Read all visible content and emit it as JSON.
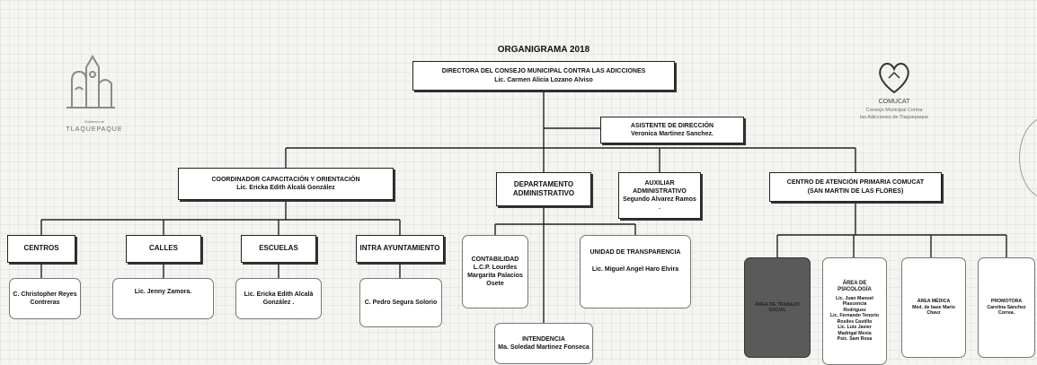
{
  "title": "ORGANIGRAMA 2018",
  "logos": {
    "left": {
      "name": "TLAQUEPAQUE"
    },
    "right": {
      "name": "COMUCAT",
      "line1": "Consejo Municipal Contra",
      "line2": "las Adicciones de Tlaquepaque"
    }
  },
  "nodes": {
    "director": {
      "role": "DIRECTORA DEL CONSEJO MUNICIPAL CONTRA LAS ADICCIONES",
      "name": "Lic. Carmen Alicia Lozano Alviso"
    },
    "assistant": {
      "role": "ASISTENTE DE DIRECCIÓN",
      "name": "Veronica Martinez Sanchez."
    },
    "coordination": {
      "role": "COORDINADOR CAPACITACIÓN Y ORIENTACIÓN",
      "name": "Lic. Ericka Edith Alcalá González"
    },
    "admin_dept": {
      "role": "DEPARTAMENTO ADMINISTRATIVO"
    },
    "aux_admin": {
      "role": "AUXILIAR ADMINISTRATIVO",
      "name": "Segundo Alvarez Ramos ."
    },
    "center": {
      "role": "CENTRO DE ATENCIÓN PRIMARIA COMUCAT",
      "sub": "(SAN MARTIN DE LAS FLORES)"
    },
    "centros": {
      "role": "CENTROS",
      "name": "C. Christopher Reyes Contreras"
    },
    "calles": {
      "role": "CALLES",
      "name": "Lic. Jenny Zamora."
    },
    "escuelas": {
      "role": "ESCUELAS",
      "name": "Lic. Ericka Edith Alcalá González ."
    },
    "intra": {
      "role": "INTRA AYUNTAMIENTO",
      "name": "C. Pedro Segura Solorio"
    },
    "contabilidad": {
      "role": "CONTABILIDAD",
      "name": "L.C.P. Lourdes Margarita Palacios Osete"
    },
    "transparencia": {
      "role": "UNIDAD DE TRANSPARENCIA",
      "name": "Lic. Miguel Angel Haro Elvira"
    },
    "intendencia": {
      "role": "INTENDENCIA",
      "name": "Ma. Soledad Martinez Fonseca"
    },
    "trabajo_social": {
      "role": "ÁREA DE TRABAJO SOCIAL"
    },
    "psicologia": {
      "role": "ÁREA DE PSICOLOGÍA",
      "names": [
        "Lic. Juan Manuel Plascencia",
        "Rodriguez",
        "Lic. Fernando Tenorio",
        "Rosiles Castillo",
        "Lic. Luis Javier",
        "Madrigal Mexia",
        "Psic. Sam Rosa"
      ]
    },
    "medico": {
      "role": "ÁREA MÉDICA",
      "name": "Med. de base Mario Chavz"
    },
    "promotora": {
      "role": "PROMOTORA",
      "name": "Carolina Sánchez Correa."
    }
  }
}
